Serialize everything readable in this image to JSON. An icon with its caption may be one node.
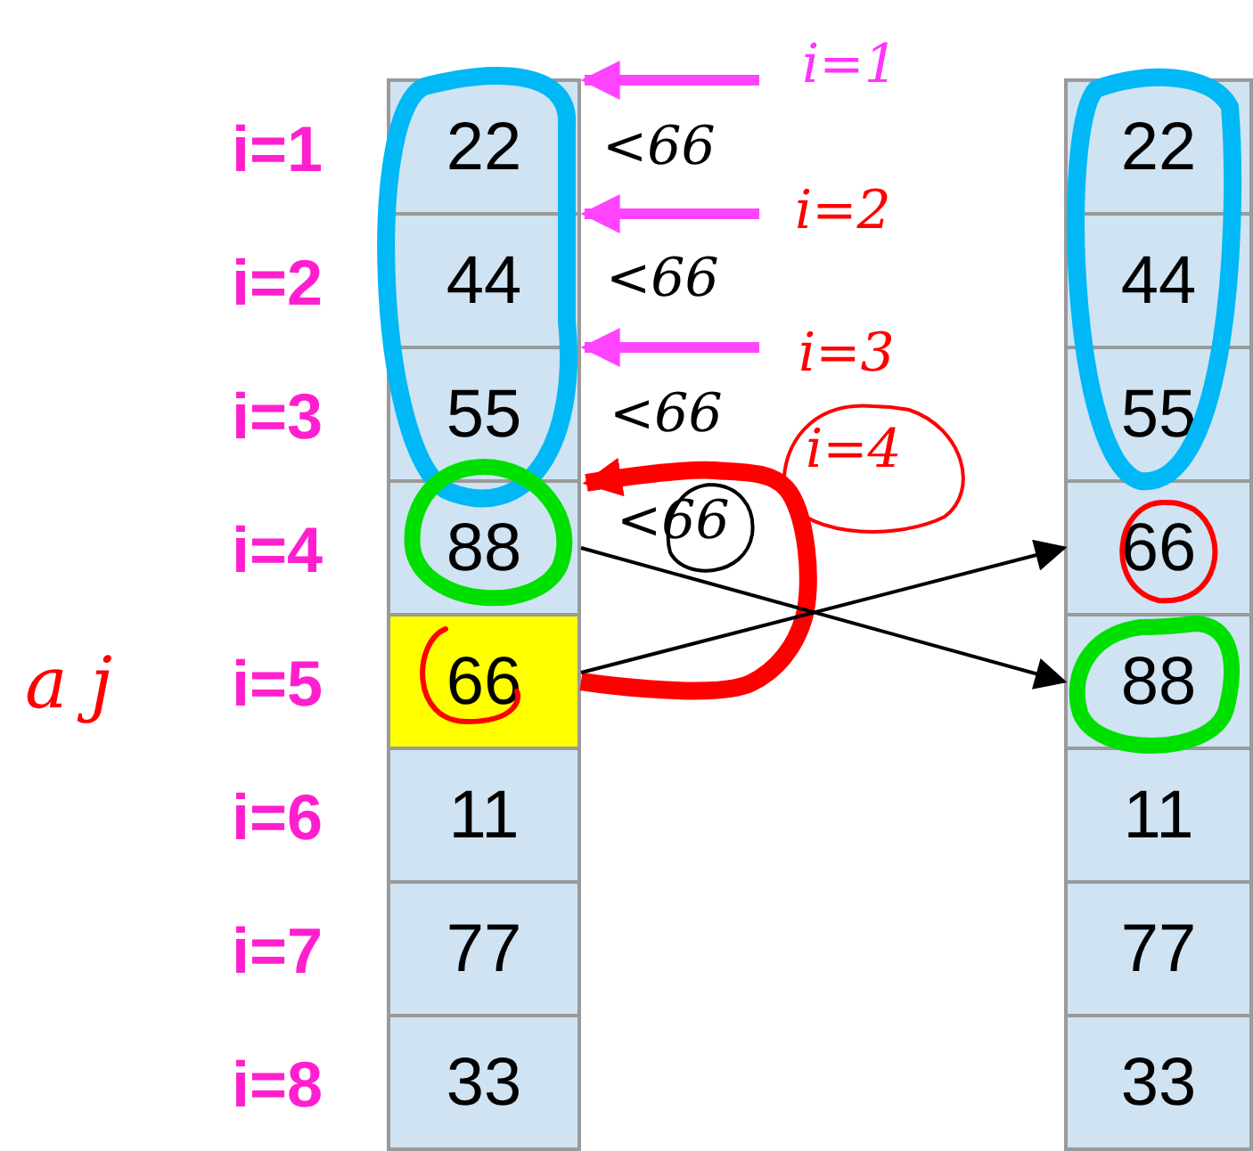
{
  "diagram": {
    "nodes": [
      {
        "text": [
          "22"
        ]
      },
      {
        "text": [
          "44"
        ]
      },
      {
        "text": [
          "55"
        ]
      },
      {
        "text": [
          "88"
        ]
      },
      {
        "text": [
          "66"
        ]
      },
      {
        "text": [
          "11"
        ]
      },
      {
        "text": [
          "77"
        ]
      },
      {
        "text": [
          "33"
        ]
      },
      {
        "text": [
          "22"
        ]
      },
      {
        "text": [
          "44"
        ]
      },
      {
        "text": [
          "55"
        ]
      },
      {
        "text": [
          "66"
        ]
      },
      {
        "text": [
          "88"
        ]
      },
      {
        "text": [
          "11"
        ]
      },
      {
        "text": [
          "77"
        ]
      },
      {
        "text": [
          "33"
        ]
      }
    ],
    "edges": [
      {
        "from": null,
        "to": 0,
        "arrow": "to",
        "color": "#ff44ff"
      },
      {
        "from": null,
        "to": 1,
        "arrow": "to",
        "color": "#ff44ff"
      },
      {
        "from": null,
        "to": 2,
        "arrow": "to",
        "color": "#ff44ff"
      },
      {
        "from": 4,
        "to": 3,
        "arrow": "to",
        "color": "#ff0000"
      },
      {
        "from": 3,
        "to": 12,
        "arrow": "to",
        "color": "#000000"
      },
      {
        "from": 4,
        "to": 11,
        "arrow": "to",
        "color": "#000000"
      }
    ],
    "labels": [
      "i=1",
      "i=2",
      "i=3",
      "i=4",
      "i=5",
      "i=6",
      "i=7",
      "i=8",
      "i=1",
      "<66",
      "i=2",
      "<66",
      "i=3",
      "<66",
      "i=4",
      "<66",
      "a j"
    ]
  }
}
